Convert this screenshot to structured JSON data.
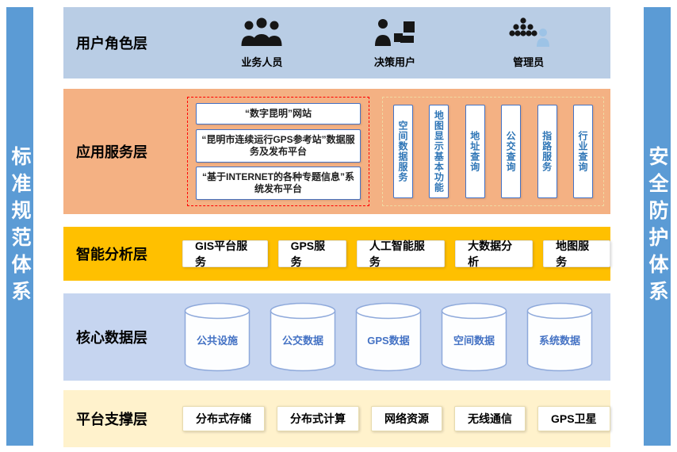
{
  "pillars": {
    "left": "标准规范体系",
    "right": "安全防护体系"
  },
  "layers": {
    "user_role": {
      "label": "用户角色层",
      "roles": [
        {
          "label": "业务人员",
          "icon": "business-users-icon"
        },
        {
          "label": "决策用户",
          "icon": "decision-users-icon"
        },
        {
          "label": "管理员",
          "icon": "admin-users-icon"
        }
      ]
    },
    "app_service": {
      "label": "应用服务层",
      "portals": [
        "“数字昆明”网站",
        "“昆明市连续运行GPS参考站”数据服务及发布平台",
        "“基于INTERNET的各种专题信息”系统发布平台"
      ],
      "services": [
        "空间数据服务",
        "地图显示基本功能",
        "地址查询",
        "公交查询",
        "指路服务",
        "行业查询"
      ]
    },
    "analysis": {
      "label": "智能分析层",
      "items": [
        "GIS平台服务",
        "GPS服务",
        "人工智能服务",
        "大数据分析",
        "地图服务"
      ]
    },
    "core_data": {
      "label": "核心数据层",
      "items": [
        "公共设施",
        "公交数据",
        "GPS数据",
        "空间数据",
        "系统数据"
      ]
    },
    "platform": {
      "label": "平台支撑层",
      "items": [
        "分布式存储",
        "分布式计算",
        "网络资源",
        "无线通信",
        "GPS卫星"
      ]
    }
  },
  "colors": {
    "pillar_blue": "#5B9BD5",
    "user_layer": "#B9CDE5",
    "app_layer": "#F4B183",
    "analysis_layer": "#FFC000",
    "core_layer": "#C6D5F0",
    "platform_layer": "#FFF2CC",
    "box_border_blue": "#4472C4",
    "service_text_blue": "#2E75B6",
    "cylinder_stroke": "#8EA9DB",
    "cylinder_text": "#4472C4",
    "dashed_red": "#FF0000",
    "dashed_tan": "#EFD9A2",
    "admin_person_blue": "#9DC3E6"
  }
}
